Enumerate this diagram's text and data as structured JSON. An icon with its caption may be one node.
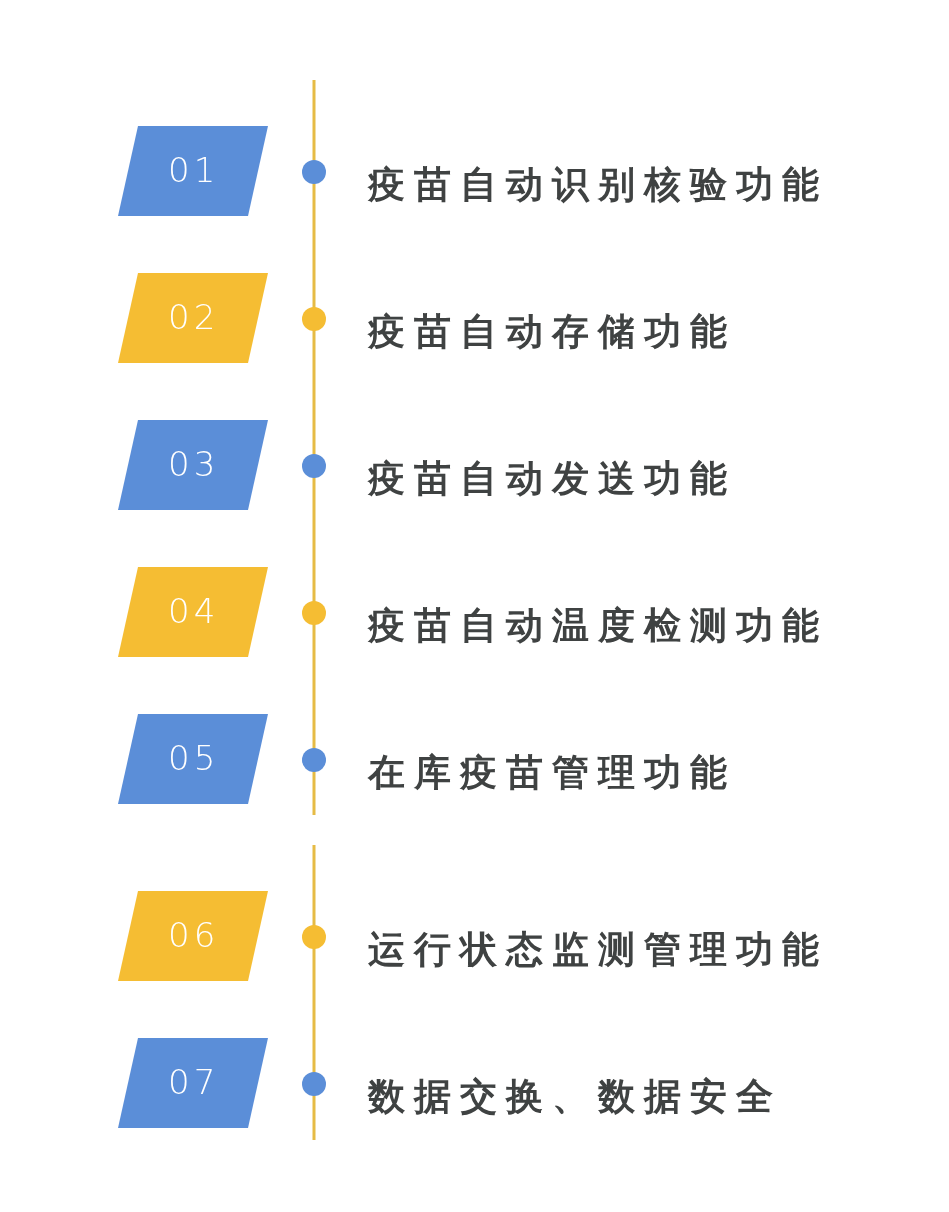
{
  "diagram": {
    "nodes": [
      {
        "text": [
          "01"
        ],
        "beside": [
          "疫苗自动识别核验功能"
        ]
      },
      {
        "text": [
          "02"
        ],
        "beside": [
          "疫苗自动存储功能"
        ]
      },
      {
        "text": [
          "03"
        ],
        "beside": [
          "疫苗自动发送功能"
        ]
      },
      {
        "text": [
          "04"
        ],
        "beside": [
          "疫苗自动温度检测功能"
        ]
      },
      {
        "text": [
          "05"
        ],
        "beside": [
          "在库疫苗管理功能"
        ]
      },
      {
        "text": [
          "06"
        ],
        "beside": [
          "运行状态监测管理功能"
        ]
      },
      {
        "text": [
          "07"
        ],
        "beside": [
          "数据交换、数据安全"
        ]
      }
    ],
    "edges": []
  }
}
